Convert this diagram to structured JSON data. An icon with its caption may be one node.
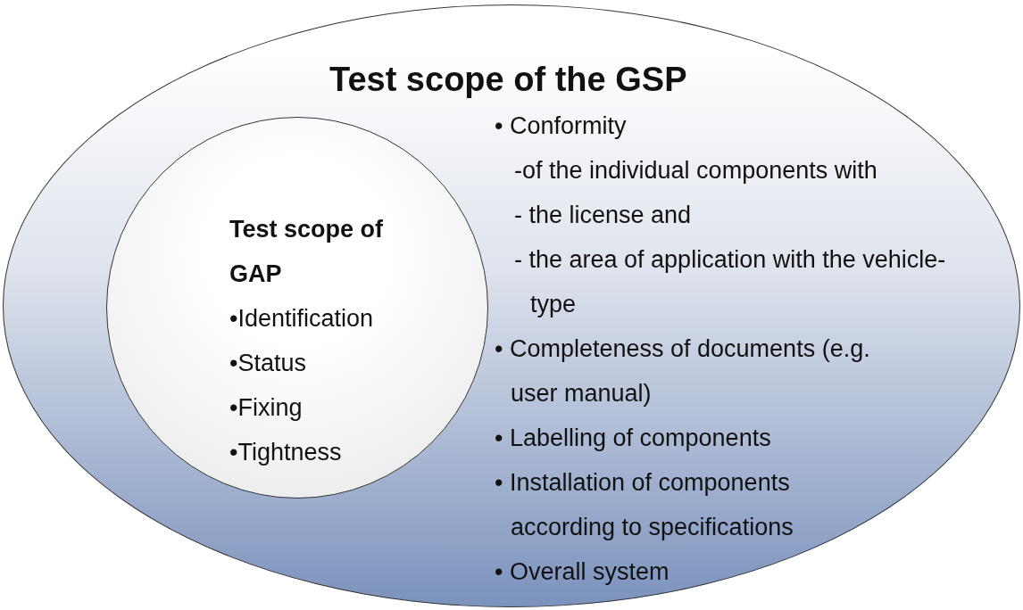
{
  "diagram": {
    "nodes": [
      {
        "text": [
          "Test scope of the GSP",
          "• Conformity",
          "-of the individual components with",
          "- the license and",
          "- the area of application with the vehicle-type",
          "• Completeness of documents (e.g. user manual)",
          "• Labelling of components",
          "• Installation of components according to specifications",
          "• Overall system"
        ]
      },
      {
        "text": [
          "Test scope of GAP",
          "•Identification",
          "•Status",
          "•Fixing",
          "•Tightness"
        ],
        "in": 0
      }
    ]
  }
}
